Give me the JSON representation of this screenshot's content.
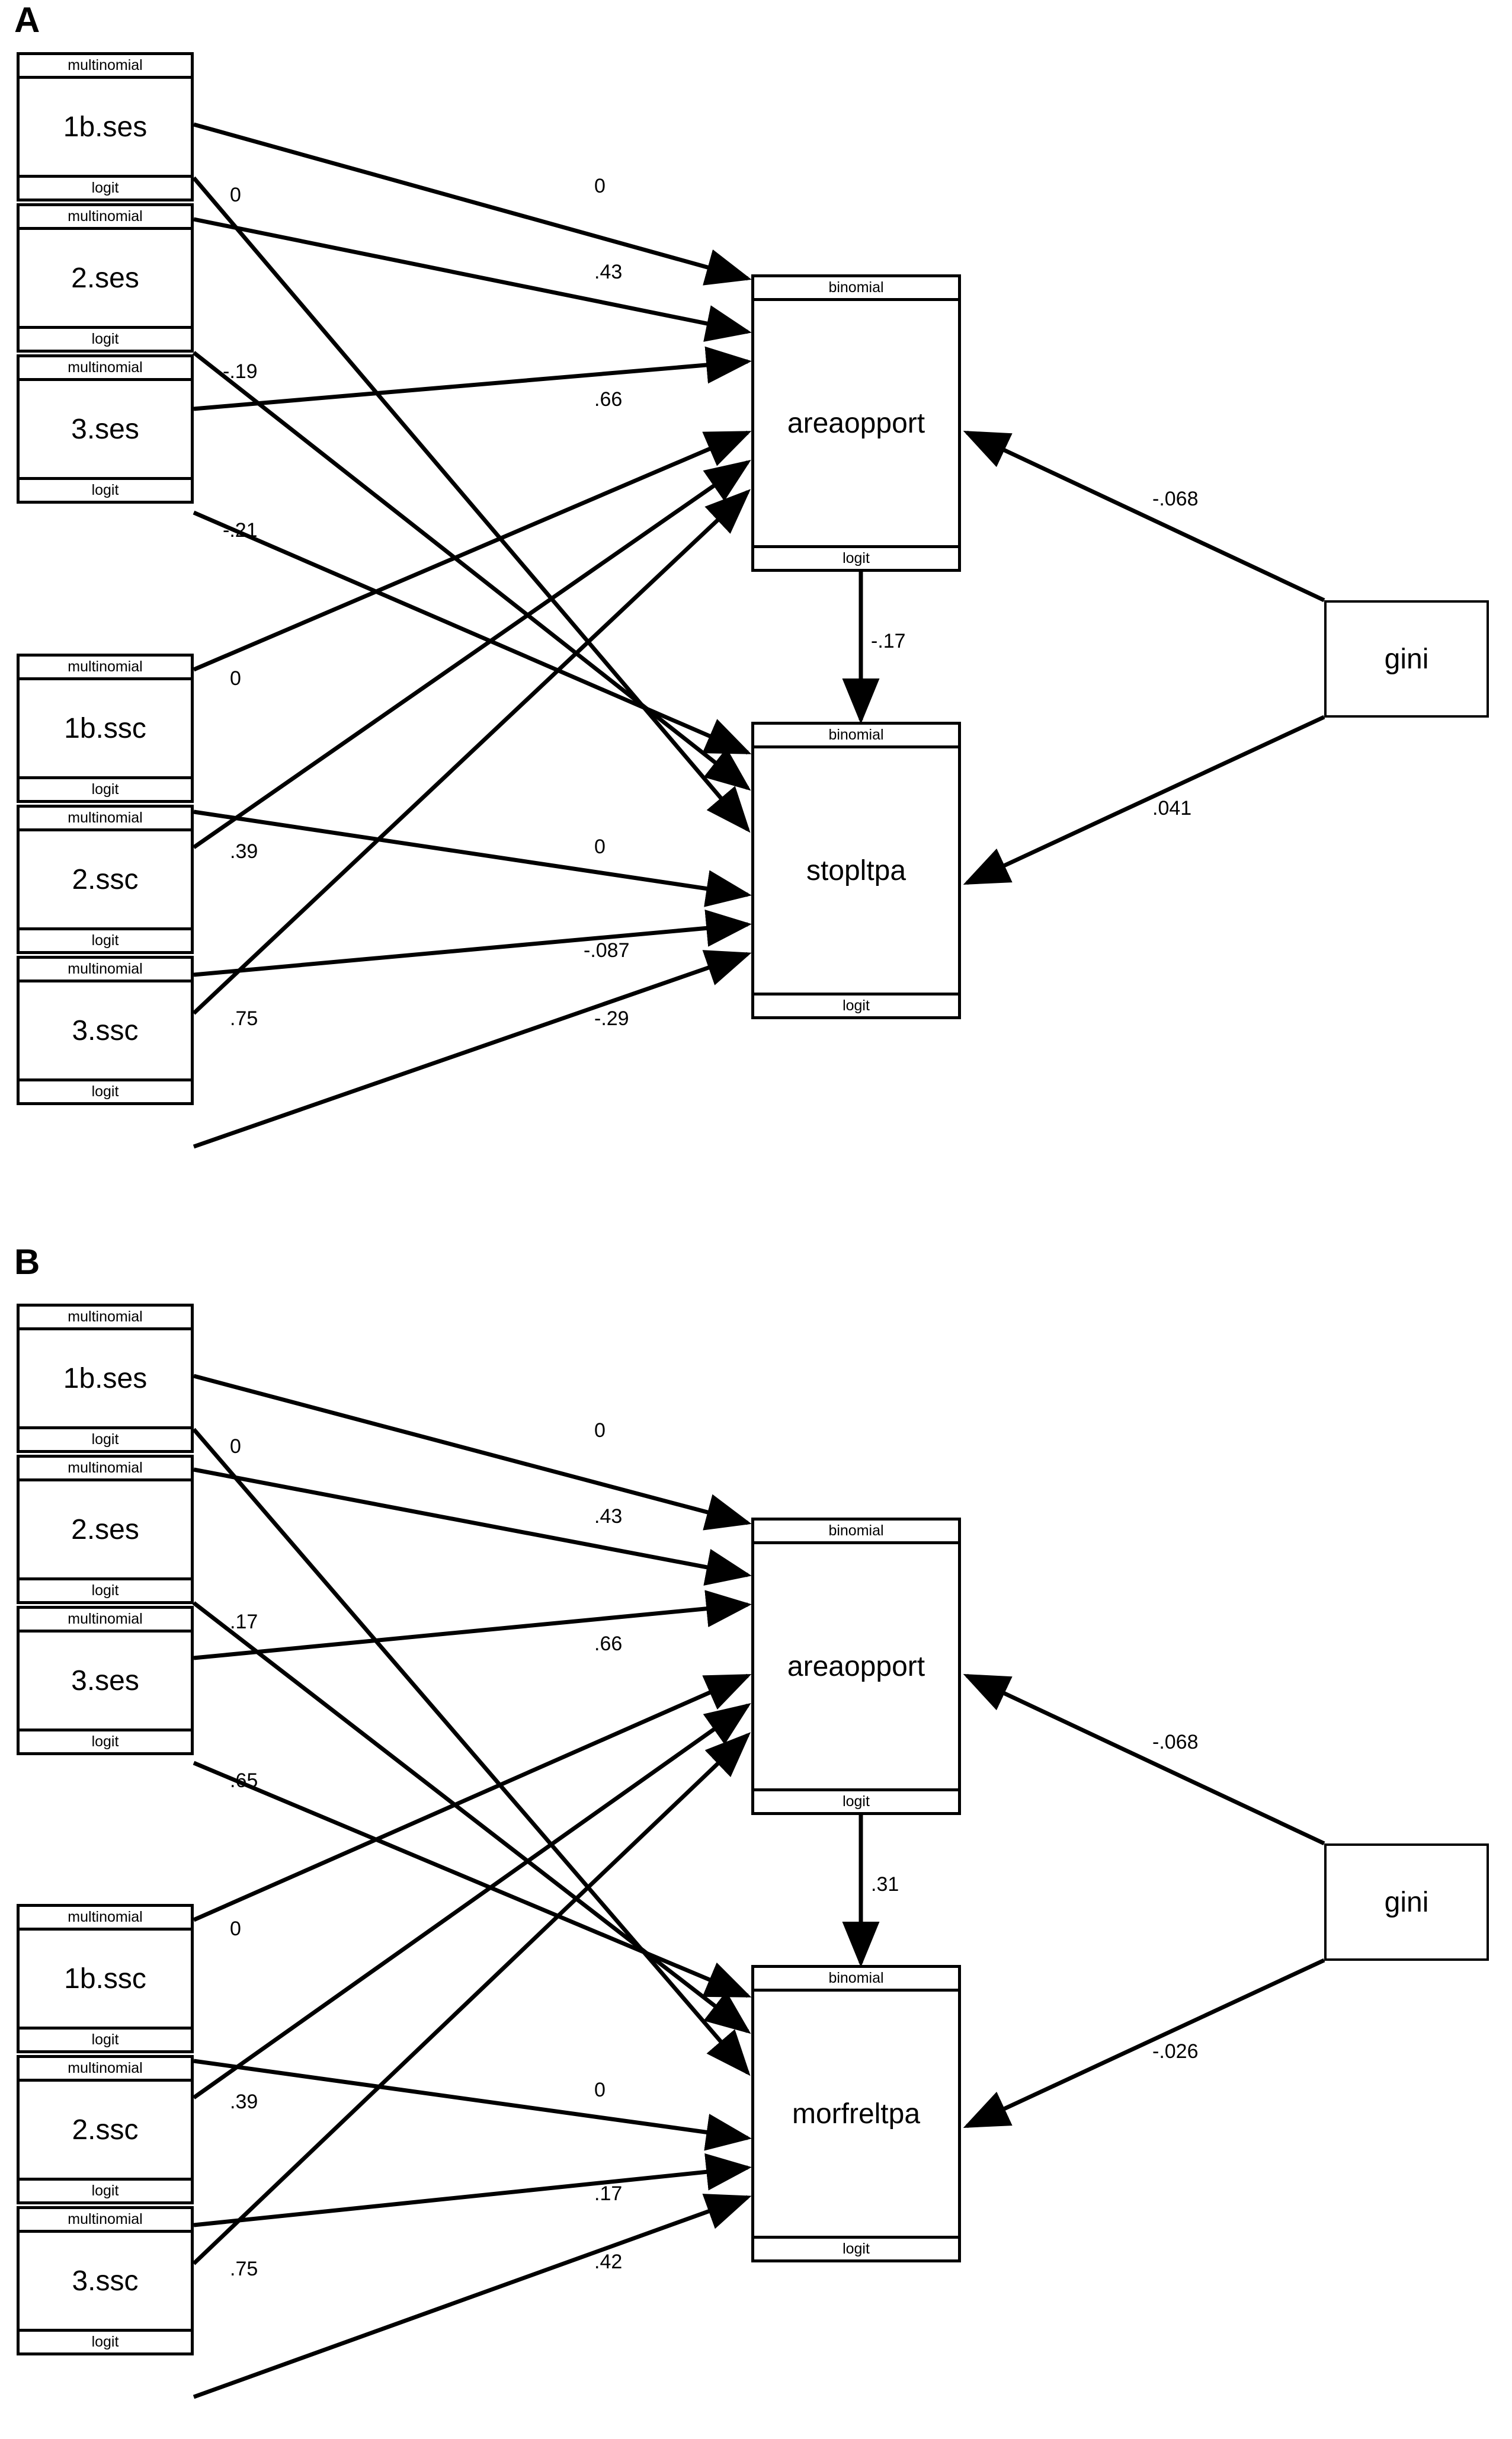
{
  "figure": {
    "type": "path-diagram",
    "panels": [
      {
        "id": "A",
        "label": "A",
        "nodes": [
          {
            "id": "ses1b",
            "name": "1b.ses",
            "top_band": "multinomial",
            "bottom_band": "logit"
          },
          {
            "id": "ses2",
            "name": "2.ses",
            "top_band": "multinomial",
            "bottom_band": "logit"
          },
          {
            "id": "ses3",
            "name": "3.ses",
            "top_band": "multinomial",
            "bottom_band": "logit"
          },
          {
            "id": "ssc1b",
            "name": "1b.ssc",
            "top_band": "multinomial",
            "bottom_band": "logit"
          },
          {
            "id": "ssc2",
            "name": "2.ssc",
            "top_band": "multinomial",
            "bottom_band": "logit"
          },
          {
            "id": "ssc3",
            "name": "3.ssc",
            "top_band": "multinomial",
            "bottom_band": "logit"
          },
          {
            "id": "areaopport",
            "name": "areaopport",
            "top_band": "binomial",
            "bottom_band": "logit"
          },
          {
            "id": "stopltpa",
            "name": "stopltpa",
            "top_band": "binomial",
            "bottom_band": "logit"
          },
          {
            "id": "gini",
            "name": "gini",
            "top_band": null,
            "bottom_band": null
          }
        ],
        "edges": [
          {
            "from": "ses1b",
            "to": "areaopport",
            "label": "0"
          },
          {
            "from": "ses2",
            "to": "areaopport",
            "label": ".43"
          },
          {
            "from": "ses3",
            "to": "areaopport",
            "label": ".66"
          },
          {
            "from": "ses1b",
            "to": "stopltpa",
            "label": "0"
          },
          {
            "from": "ses2",
            "to": "stopltpa",
            "label": "-.19"
          },
          {
            "from": "ses3",
            "to": "stopltpa",
            "label": "-.21"
          },
          {
            "from": "ssc1b",
            "to": "areaopport",
            "label": "0"
          },
          {
            "from": "ssc2",
            "to": "areaopport",
            "label": ".39"
          },
          {
            "from": "ssc3",
            "to": "areaopport",
            "label": ".75"
          },
          {
            "from": "ssc1b",
            "to": "stopltpa",
            "label": "0"
          },
          {
            "from": "ssc2",
            "to": "stopltpa",
            "label": "-.087"
          },
          {
            "from": "ssc3",
            "to": "stopltpa",
            "label": "-.29"
          },
          {
            "from": "areaopport",
            "to": "stopltpa",
            "label": "-.17"
          },
          {
            "from": "gini",
            "to": "areaopport",
            "label": "-.068"
          },
          {
            "from": "gini",
            "to": "stopltpa",
            "label": ".041"
          }
        ],
        "edge_labels": {
          "ses_to_area_0": "0",
          "ses_to_area_43": ".43",
          "ses_to_area_66": ".66",
          "ses_to_stop_0": "0",
          "ses_to_stop_19": "-.19",
          "ses_to_stop_21": "-.21",
          "ssc_to_area_0": "0",
          "ssc_to_area_39": ".39",
          "ssc_to_area_75": ".75",
          "ssc_to_stop_0": "0",
          "ssc_to_stop_087": "-.087",
          "ssc_to_stop_29": "-.29",
          "area_to_stop": "-.17",
          "gini_to_area": "-.068",
          "gini_to_stop": ".041"
        }
      },
      {
        "id": "B",
        "label": "B",
        "nodes": [
          {
            "id": "ses1b",
            "name": "1b.ses",
            "top_band": "multinomial",
            "bottom_band": "logit"
          },
          {
            "id": "ses2",
            "name": "2.ses",
            "top_band": "multinomial",
            "bottom_band": "logit"
          },
          {
            "id": "ses3",
            "name": "3.ses",
            "top_band": "multinomial",
            "bottom_band": "logit"
          },
          {
            "id": "ssc1b",
            "name": "1b.ssc",
            "top_band": "multinomial",
            "bottom_band": "logit"
          },
          {
            "id": "ssc2",
            "name": "2.ssc",
            "top_band": "multinomial",
            "bottom_band": "logit"
          },
          {
            "id": "ssc3",
            "name": "3.ssc",
            "top_band": "multinomial",
            "bottom_band": "logit"
          },
          {
            "id": "areaopport",
            "name": "areaopport",
            "top_band": "binomial",
            "bottom_band": "logit"
          },
          {
            "id": "morfreltpa",
            "name": "morfreltpa",
            "top_band": "binomial",
            "bottom_band": "logit"
          },
          {
            "id": "gini",
            "name": "gini",
            "top_band": null,
            "bottom_band": null
          }
        ],
        "edges": [
          {
            "from": "ses1b",
            "to": "areaopport",
            "label": "0"
          },
          {
            "from": "ses2",
            "to": "areaopport",
            "label": ".43"
          },
          {
            "from": "ses3",
            "to": "areaopport",
            "label": ".66"
          },
          {
            "from": "ses1b",
            "to": "morfreltpa",
            "label": "0"
          },
          {
            "from": "ses2",
            "to": "morfreltpa",
            "label": ".17"
          },
          {
            "from": "ses3",
            "to": "morfreltpa",
            "label": ".65"
          },
          {
            "from": "ssc1b",
            "to": "areaopport",
            "label": "0"
          },
          {
            "from": "ssc2",
            "to": "areaopport",
            "label": ".39"
          },
          {
            "from": "ssc3",
            "to": "areaopport",
            "label": ".75"
          },
          {
            "from": "ssc1b",
            "to": "morfreltpa",
            "label": "0"
          },
          {
            "from": "ssc2",
            "to": "morfreltpa",
            "label": ".17"
          },
          {
            "from": "ssc3",
            "to": "morfreltpa",
            "label": ".42"
          },
          {
            "from": "areaopport",
            "to": "morfreltpa",
            "label": ".31"
          },
          {
            "from": "gini",
            "to": "areaopport",
            "label": "-.068"
          },
          {
            "from": "gini",
            "to": "morfreltpa",
            "label": "-.026"
          }
        ],
        "edge_labels": {
          "ses_to_area_0": "0",
          "ses_to_area_43": ".43",
          "ses_to_area_66": ".66",
          "ses_to_out_0": "0",
          "ses_to_out_17": ".17",
          "ses_to_out_65": ".65",
          "ssc_to_area_0": "0",
          "ssc_to_area_39": ".39",
          "ssc_to_area_75": ".75",
          "ssc_to_out_0": "0",
          "ssc_to_out_17": ".17",
          "ssc_to_out_42": ".42",
          "area_to_out": ".31",
          "gini_to_area": "-.068",
          "gini_to_out": "-.026"
        }
      }
    ],
    "colors": {
      "stroke": "#000000",
      "background": "#ffffff"
    }
  }
}
